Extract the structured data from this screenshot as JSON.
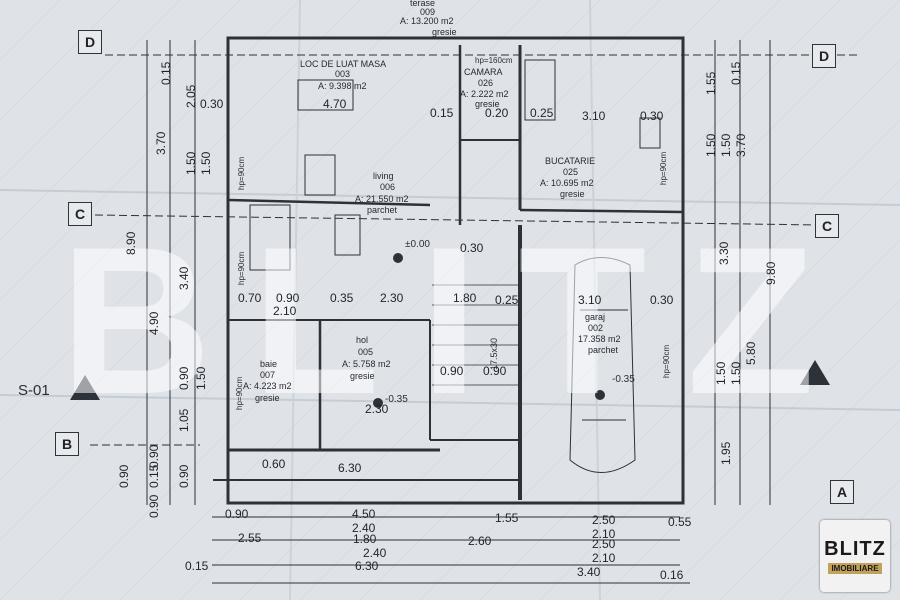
{
  "photo": {
    "subject": "Architectural floor plan blueprint (ground floor)"
  },
  "grid_markers": {
    "d1": "D",
    "d2": "D",
    "c1": "C",
    "c2": "C",
    "b1": "B",
    "a1": "A",
    "section": "S-01"
  },
  "rooms": {
    "terase": {
      "name": "terase",
      "code": "009",
      "area": "A: 13.200 m2",
      "floor": "gresie"
    },
    "loc_luat_masa": {
      "name": "LOC DE LUAT MASA",
      "code": "003",
      "area": "A: 9.398 m2"
    },
    "camara": {
      "name": "CAMARA",
      "code": "026",
      "area": "A: 2.222 m2",
      "floor": "gresie"
    },
    "bucatarie": {
      "name": "BUCATARIE",
      "code": "025",
      "area": "A: 10.695 m2",
      "floor": "gresie"
    },
    "living": {
      "name": "living",
      "code": "006",
      "area": "A: 21.550 m2",
      "floor": "parchet"
    },
    "hol": {
      "name": "hol",
      "code": "005",
      "area": "A: 5.758 m2",
      "floor": "gresie"
    },
    "baie": {
      "name": "baie",
      "code": "007",
      "area": "A: 4.223 m2",
      "floor": "gresie"
    },
    "garaj": {
      "name": "garaj",
      "code": "002",
      "area": "17.358 m2",
      "floor": "parchet"
    }
  },
  "levels": {
    "zero": "±0.00",
    "hol": "-0.35",
    "garaj": "-0.35"
  },
  "misc": {
    "hp160": "hp=160cm",
    "hp90a": "hp=90cm",
    "hp90b": "hp=90cm",
    "hp90c": "hp=90cm",
    "hp90d": "hp=90cm",
    "hp90e": "hp=90cm",
    "stairs": "17.5x30"
  },
  "dims_bottom": {
    "r1a": "0.90",
    "r1b": "4.50",
    "r1c": "1.55",
    "r1d": "2.50",
    "r1e": "0.55",
    "r2a": "2.40",
    "r2b": "2.10",
    "r3a": "2.55",
    "r3b": "1.80",
    "r3c": "2.60",
    "r3d": "2.50",
    "r4a": "2.40",
    "r4b": "2.10",
    "r5a": "0.15",
    "r5b": "6.30",
    "r5c": "3.40",
    "r5d": "0.16"
  },
  "dims_inner": {
    "d630": "6.30",
    "d060": "0.60",
    "d070": "0.70",
    "d090": "0.90",
    "d035": "0.35",
    "d230": "2.30",
    "d180": "1.80",
    "d030a": "0.30",
    "d025": "0.25",
    "d310": "3.10",
    "d030b": "0.30",
    "d210a": "2.10",
    "d470": "4.70",
    "d030c": "0.30",
    "d015": "0.15",
    "d020": "0.20",
    "d025b": "0.25",
    "d310b": "3.10",
    "d030d": "0.30",
    "d090b": "0.90",
    "d090c": "0.90",
    "d230b": "2.30"
  },
  "dims_left": {
    "a": "0.15",
    "b": "2.05",
    "c": "3.70",
    "d": "1.50",
    "e": "1.50",
    "f": "8.90",
    "g": "4.90",
    "h": "3.40",
    "i": "0.90",
    "j": "1.50",
    "k": "1.05",
    "l": "0.90",
    "m": "0.15",
    "n": "0.90",
    "o": "0.90",
    "p": "0.90"
  },
  "dims_right": {
    "a": "1.55",
    "b": "0.15",
    "c": "1.50",
    "d": "1.50",
    "e": "3.70",
    "f": "3.30",
    "g": "9.80",
    "h": "1.50",
    "i": "1.50",
    "j": "5.80",
    "k": "1.95"
  },
  "logo": {
    "line1": "BLITZ",
    "line2": "IMOBILIARE"
  },
  "colors": {
    "paper": "#dfe3e8",
    "ink": "#2b2f36",
    "logo_gold": "#c2a25a"
  }
}
